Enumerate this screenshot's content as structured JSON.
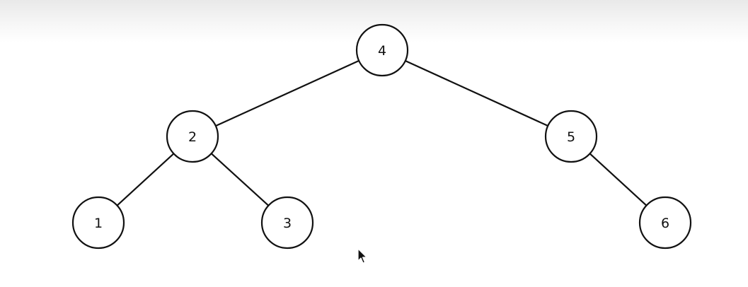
{
  "tree": {
    "nodes": [
      {
        "id": "n4",
        "label": "4"
      },
      {
        "id": "n2",
        "label": "2"
      },
      {
        "id": "n5",
        "label": "5"
      },
      {
        "id": "n1",
        "label": "1"
      },
      {
        "id": "n3",
        "label": "3"
      },
      {
        "id": "n6",
        "label": "6"
      }
    ],
    "edges": [
      {
        "from": "n4",
        "to": "n2"
      },
      {
        "from": "n4",
        "to": "n5"
      },
      {
        "from": "n2",
        "to": "n1"
      },
      {
        "from": "n2",
        "to": "n3"
      },
      {
        "from": "n5",
        "to": "n6"
      }
    ]
  },
  "colors": {
    "stroke": "#111111",
    "node_fill": "#ffffff",
    "background": "#ffffff"
  },
  "icons": {
    "cursor": "mouse-pointer-icon"
  }
}
